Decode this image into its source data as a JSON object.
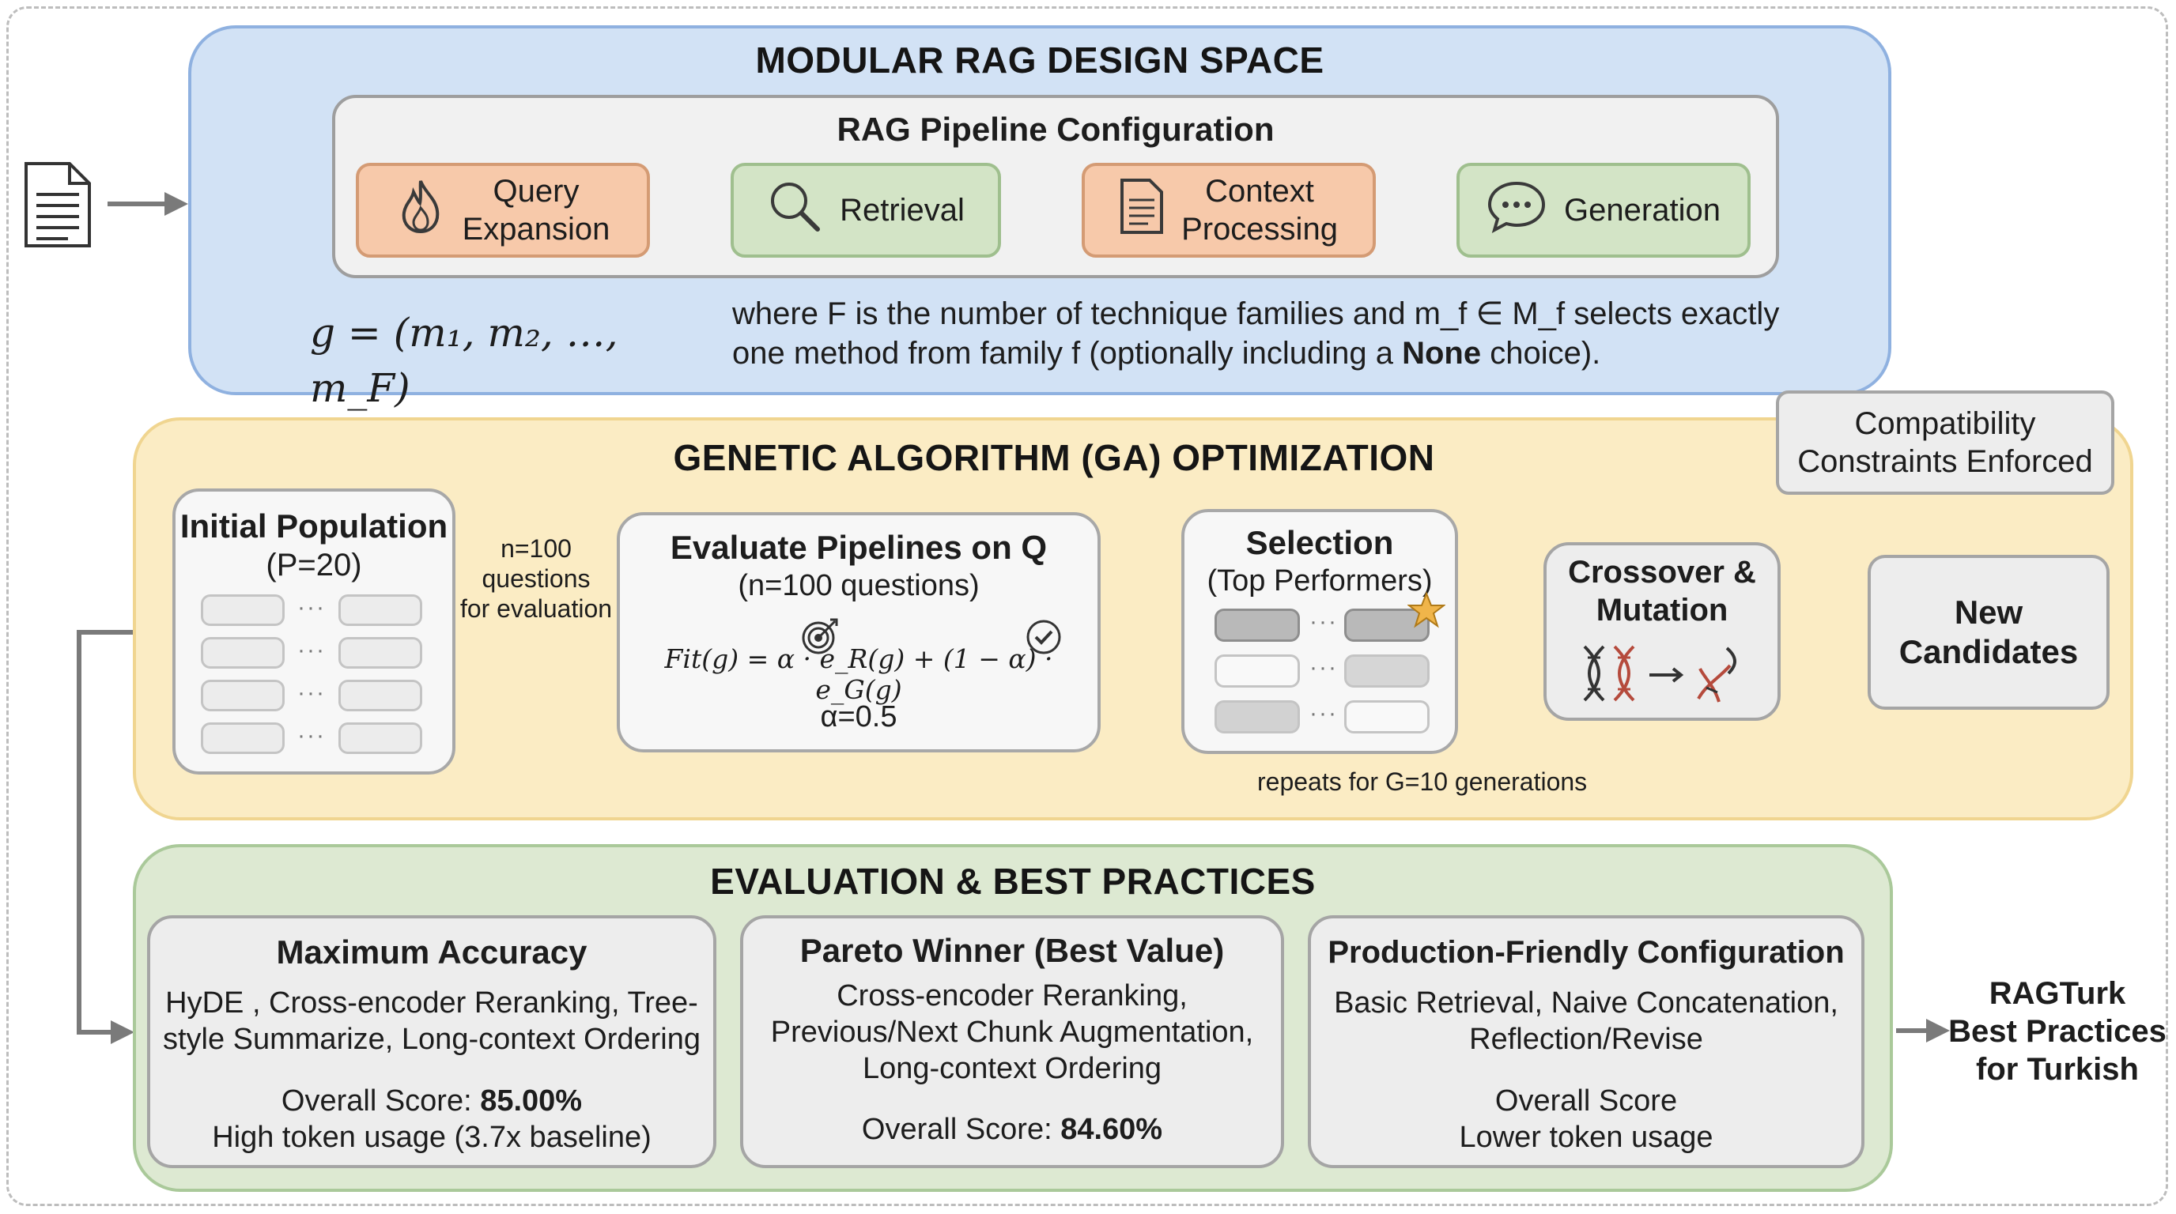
{
  "section1": {
    "title": "MODULAR RAG DESIGN SPACE",
    "config_title": "RAG Pipeline Configuration",
    "stages": [
      {
        "label_line1": "Query",
        "label_line2": "Expansion",
        "icon": "flame-icon",
        "color": "#f7c9aa"
      },
      {
        "label_line1": "Retrieval",
        "label_line2": "",
        "icon": "magnifier-icon",
        "color": "#d3e4c6"
      },
      {
        "label_line1": "Context",
        "label_line2": "Processing",
        "icon": "document-icon",
        "color": "#f7c9aa"
      },
      {
        "label_line1": "Generation",
        "label_line2": "",
        "icon": "speech-bubble-icon",
        "color": "#d3e4c6"
      }
    ],
    "formula": "g = (m₁, m₂, …, m_F)",
    "description_line1": "where F is the number of technique families and m_f ∈ M_f selects exactly",
    "description_line2_pre": "one method from family f (optionally including a ",
    "description_line2_bold": "None",
    "description_line2_post": " choice).",
    "input_icon": "document-icon"
  },
  "section2": {
    "title": "GENETIC ALGORITHM (GA) OPTIMIZATION",
    "initial_population_title": "Initial Population",
    "initial_population_sub": "(P=20)",
    "arrow_label_line1": "n=100",
    "arrow_label_line2": "questions",
    "arrow_label_line3": "for evaluation",
    "evaluate_title": "Evaluate Pipelines on Q",
    "evaluate_sub": "(n=100 questions)",
    "fitness_formula": "Fit(g) = α · e_R(g) + (1 − α) · e_G(g)",
    "alpha": "α=0.5",
    "selection_title": "Selection",
    "selection_sub": "(Top Performers)",
    "crossover_line1": "Crossover &",
    "crossover_line2": "Mutation",
    "new_candidates_line1": "New",
    "new_candidates_line2": "Candidates",
    "compat_line1": "Compatibility",
    "compat_line2": "Constraints Enforced",
    "repeat_label": "repeats for G=10 generations"
  },
  "section3": {
    "title": "EVALUATION & BEST PRACTICES",
    "cards": [
      {
        "title": "Maximum Accuracy",
        "lines": [
          "HyDE , Cross-encoder Reranking, Tree-",
          "style Summarize, Long-context Ordering"
        ],
        "score_prefix": "Overall Score: ",
        "score_value": "85.00%",
        "extra": "High token usage (3.7x baseline)"
      },
      {
        "title": "Pareto Winner (Best Value)",
        "lines": [
          "Cross-encoder Reranking,",
          "Previous/Next Chunk Augmentation,",
          "Long-context Ordering"
        ],
        "score_prefix": "Overall Score: ",
        "score_value": "84.60%",
        "extra": ""
      },
      {
        "title": "Production-Friendly Configuration",
        "lines": [
          "Basic Retrieval, Naive Concatenation,",
          "Reflection/Revise"
        ],
        "score_prefix": "Overall Score",
        "score_value": "",
        "extra": "Lower token usage"
      }
    ],
    "output_line1": "RAGTurk",
    "output_line2": "Best Practices",
    "output_line3": "for Turkish"
  }
}
